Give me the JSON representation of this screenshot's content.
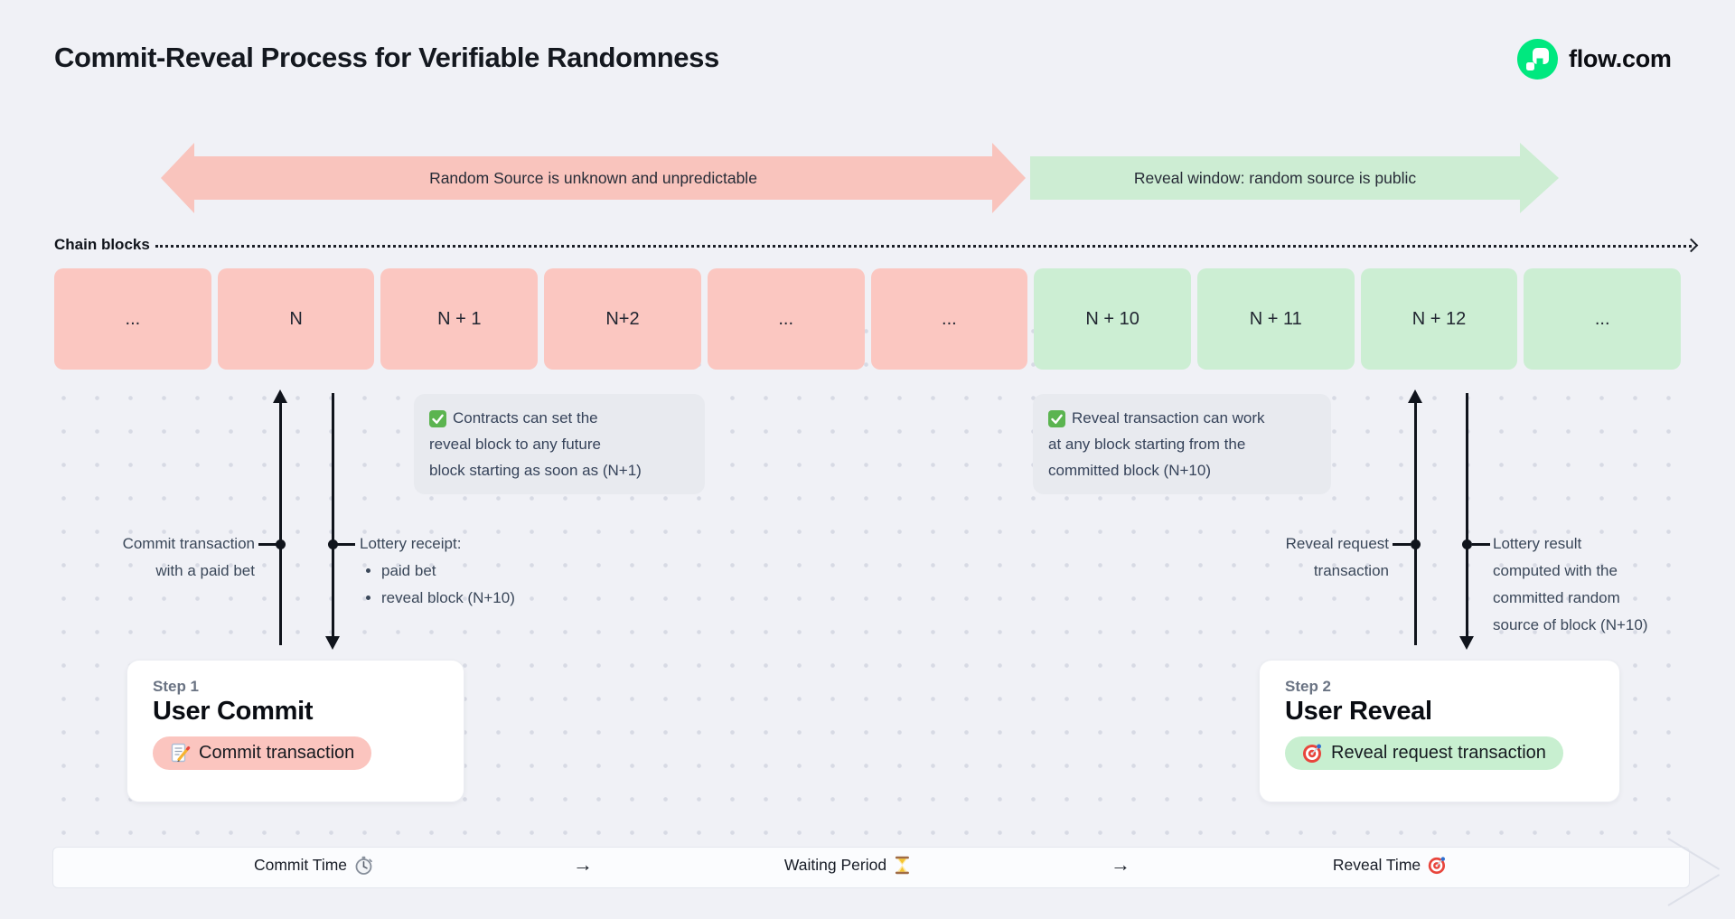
{
  "page": {
    "title": "Commit-Reveal Process for Verifiable Randomness"
  },
  "brand": {
    "name": "flow.com",
    "logo_icon": "flow-logo-icon",
    "logo_color": "#00e87f"
  },
  "phase_arrows": {
    "commit": {
      "label": "Random Source is unknown and unpredictable",
      "color": "#f9c4bd"
    },
    "reveal": {
      "label": "Reveal window: random source is public",
      "color": "#cdedd3"
    }
  },
  "chain": {
    "label": "Chain blocks",
    "blocks": [
      {
        "label": "...",
        "phase": "commit"
      },
      {
        "label": "N",
        "phase": "commit"
      },
      {
        "label": "N + 1",
        "phase": "commit"
      },
      {
        "label": "N+2",
        "phase": "commit"
      },
      {
        "label": "...",
        "phase": "commit"
      },
      {
        "label": "...",
        "phase": "commit"
      },
      {
        "label": "N + 10",
        "phase": "reveal"
      },
      {
        "label": "N + 11",
        "phase": "reveal"
      },
      {
        "label": "N + 12",
        "phase": "reveal"
      },
      {
        "label": "...",
        "phase": "reveal"
      }
    ],
    "block_colors": {
      "commit": "#fbc7c1",
      "reveal": "#cceed3"
    }
  },
  "notes": [
    {
      "icon": "check-icon",
      "lines": [
        "Contracts can set the",
        "reveal block to any future",
        "block starting as soon as (N+1)"
      ]
    },
    {
      "icon": "check-icon",
      "lines": [
        "Reveal transaction can work",
        "at any block starting from the",
        "committed block (N+10)"
      ]
    }
  ],
  "annotations": {
    "commit_up": {
      "line1": "Commit transaction",
      "line2": "with a paid bet"
    },
    "commit_down": {
      "title": "Lottery receipt:",
      "bullets": [
        "paid bet",
        "reveal block (N+10)"
      ]
    },
    "reveal_up": {
      "line1": "Reveal request",
      "line2": "transaction"
    },
    "reveal_down": {
      "lines": [
        "Lottery result",
        "computed with the",
        "committed random",
        "source of block (N+10)"
      ]
    }
  },
  "steps": [
    {
      "step": "Step 1",
      "title": "User Commit",
      "button_label": "Commit transaction",
      "button_icon": "memo-icon",
      "button_color": "#fbc5bf"
    },
    {
      "step": "Step 2",
      "title": "User Reveal",
      "button_label": "Reveal request transaction",
      "button_icon": "target-icon",
      "button_color": "#c8efd0"
    }
  ],
  "timeline": {
    "separator": "→",
    "items": [
      {
        "label": "Commit Time",
        "icon": "stopwatch-icon"
      },
      {
        "label": "Waiting Period",
        "icon": "hourglass-icon"
      },
      {
        "label": "Reveal Time",
        "icon": "target-icon"
      }
    ]
  }
}
